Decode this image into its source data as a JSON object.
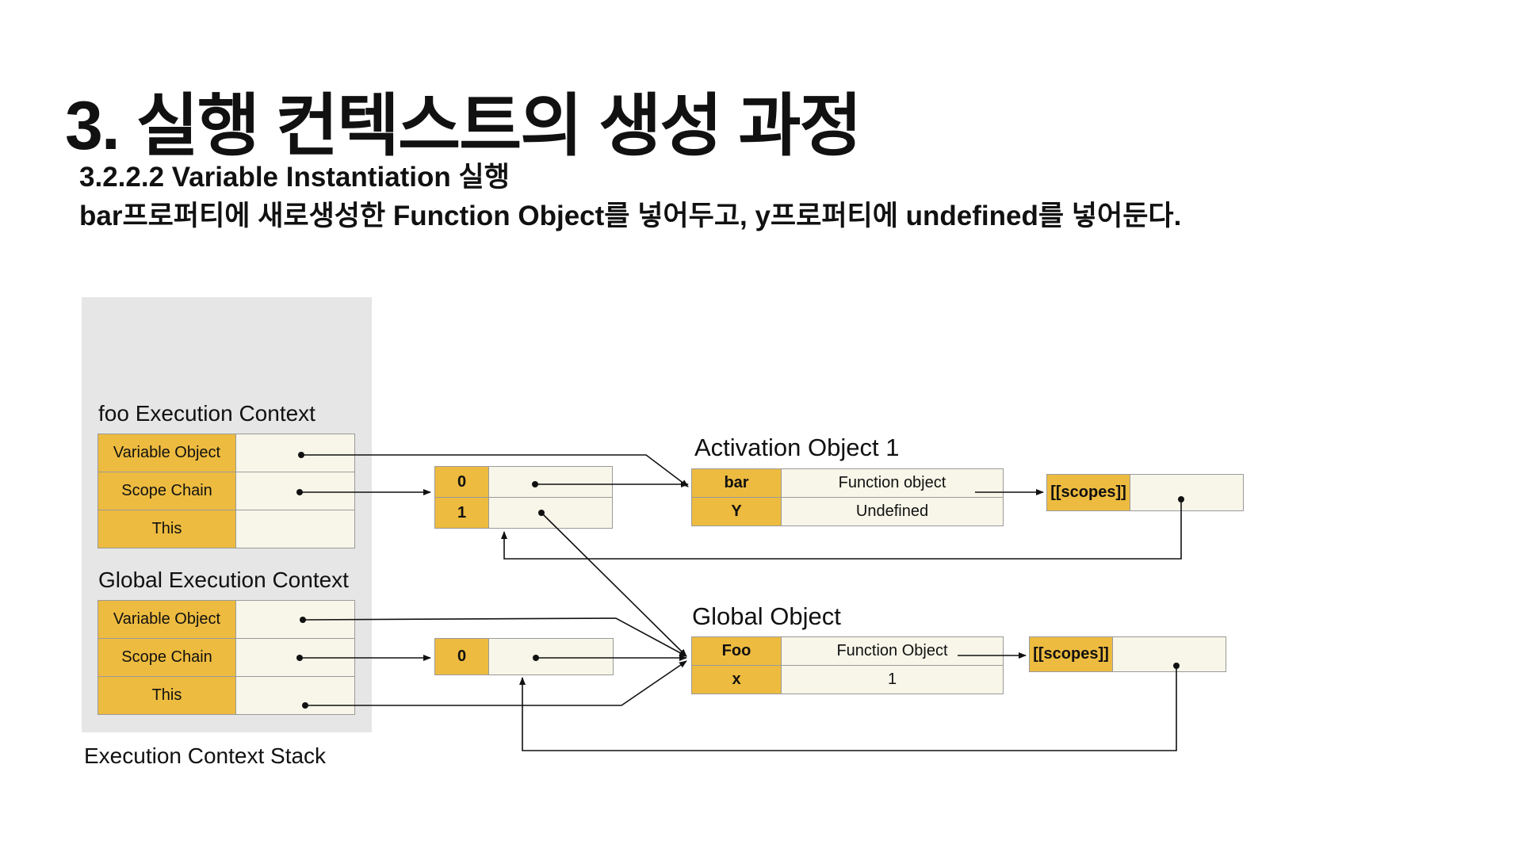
{
  "slide": {
    "title": "3. 실행 컨텍스트의 생성 과정",
    "subtitle": "3.2.2.2  Variable Instantiation 실행",
    "description": "bar프로퍼티에 새로생성한 Function Object를 넣어두고, y프로퍼티에 undefined를 넣어둔다."
  },
  "stack": {
    "label": "Execution Context Stack",
    "foo": {
      "label": "foo Execution Context",
      "rows": [
        "Variable Object",
        "Scope Chain",
        "This"
      ]
    },
    "global": {
      "label": "Global Execution Context",
      "rows": [
        "Variable Object",
        "Scope Chain",
        "This"
      ]
    }
  },
  "foo_scope_list": {
    "indices": [
      "0",
      "1"
    ]
  },
  "global_scope_list": {
    "indices": [
      "0"
    ]
  },
  "activation_object": {
    "label": "Activation Object 1",
    "rows": [
      {
        "key": "bar",
        "value": "Function object"
      },
      {
        "key": "Y",
        "value": "Undefined"
      }
    ]
  },
  "global_object": {
    "label": "Global Object",
    "rows": [
      {
        "key": "Foo",
        "value": "Function Object"
      },
      {
        "key": "x",
        "value": "1"
      }
    ]
  },
  "bar_function": {
    "scopes_label": "[[scopes]]"
  },
  "foo_function": {
    "scopes_label": "[[scopes]]"
  },
  "colors": {
    "key_fill": "#edbb3f",
    "value_fill": "#f7f6e9",
    "stack_bg": "#e6e6e6",
    "line": "#111111"
  }
}
